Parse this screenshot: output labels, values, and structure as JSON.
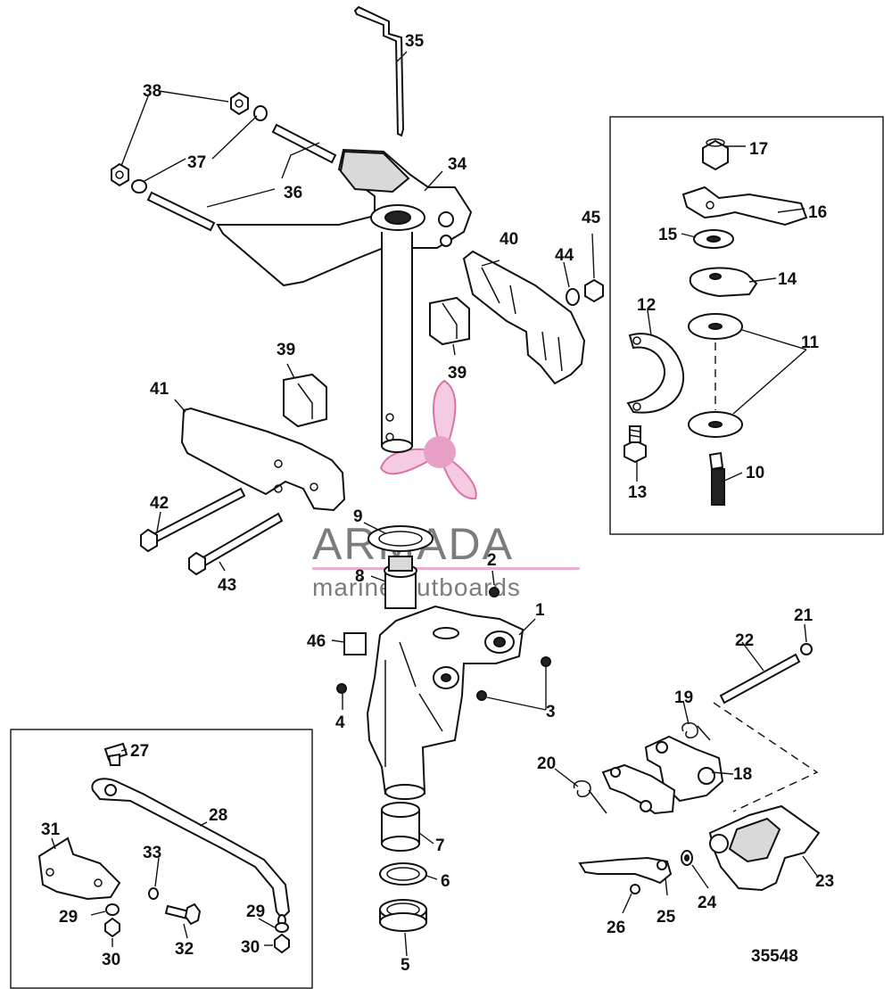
{
  "diagram": {
    "drawing_number": "35548",
    "callouts": [
      "1",
      "2",
      "3",
      "4",
      "5",
      "6",
      "7",
      "8",
      "9",
      "10",
      "11",
      "12",
      "13",
      "14",
      "15",
      "16",
      "17",
      "18",
      "19",
      "20",
      "21",
      "22",
      "23",
      "24",
      "25",
      "26",
      "27",
      "28",
      "29",
      "29",
      "30",
      "30",
      "31",
      "32",
      "33",
      "34",
      "35",
      "36",
      "37",
      "38",
      "39",
      "39",
      "40",
      "41",
      "42",
      "43",
      "44",
      "45",
      "46"
    ]
  },
  "watermark": {
    "title": "ARMADA",
    "subtitle": "marine outboards",
    "accent_color": "#e8a3c8"
  }
}
